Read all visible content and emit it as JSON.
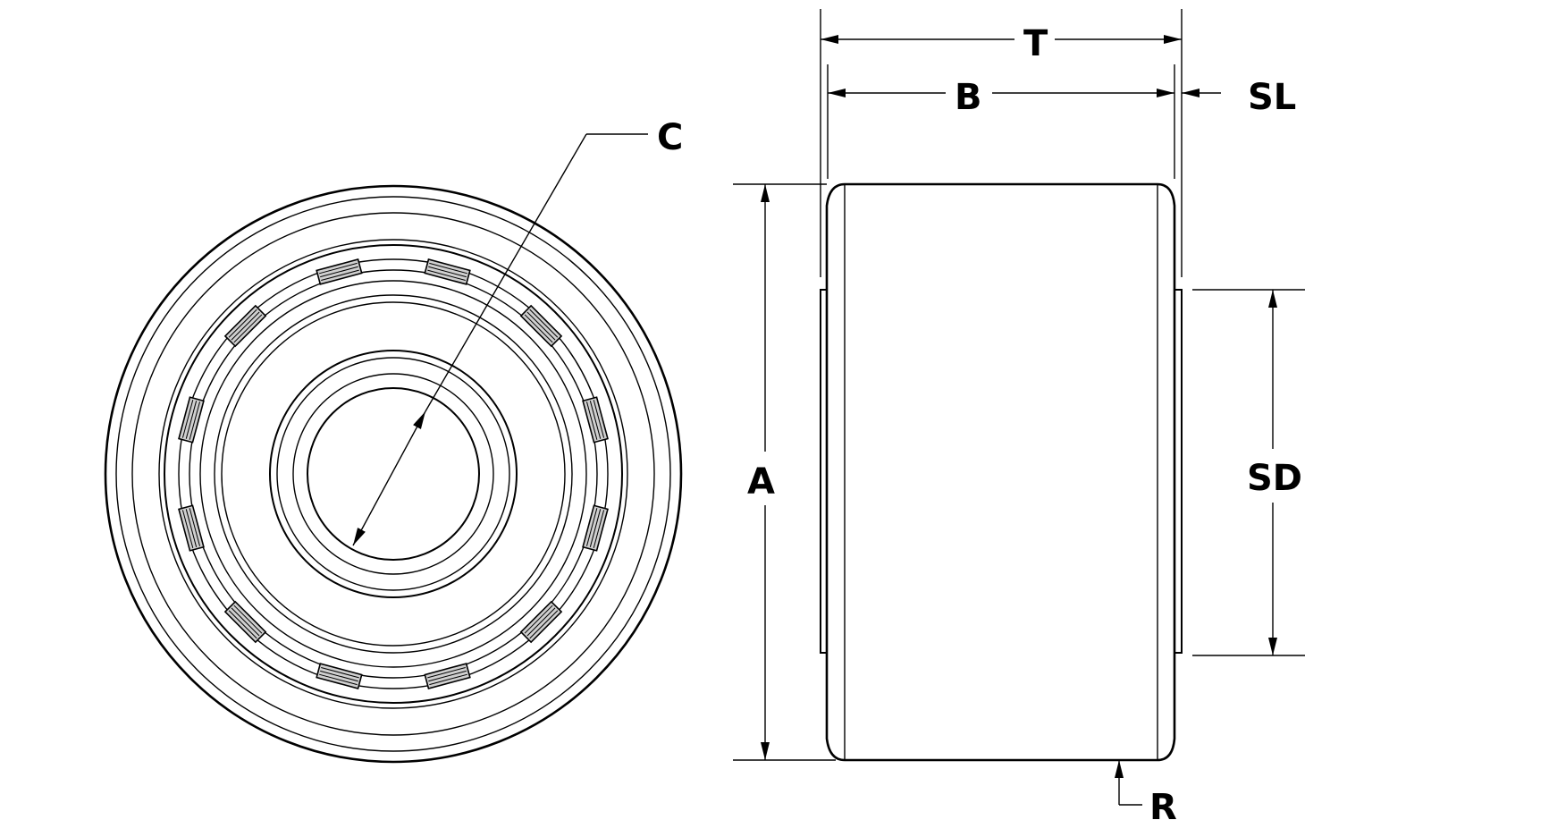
{
  "colors": {
    "line": "#000000",
    "background": "#ffffff",
    "roller": "#cfcfcf"
  },
  "labels": {
    "C": "C",
    "T": "T",
    "B": "B",
    "SL": "SL",
    "A": "A",
    "SD": "SD",
    "R": "R"
  },
  "bearing": {
    "roller_count": 12
  }
}
